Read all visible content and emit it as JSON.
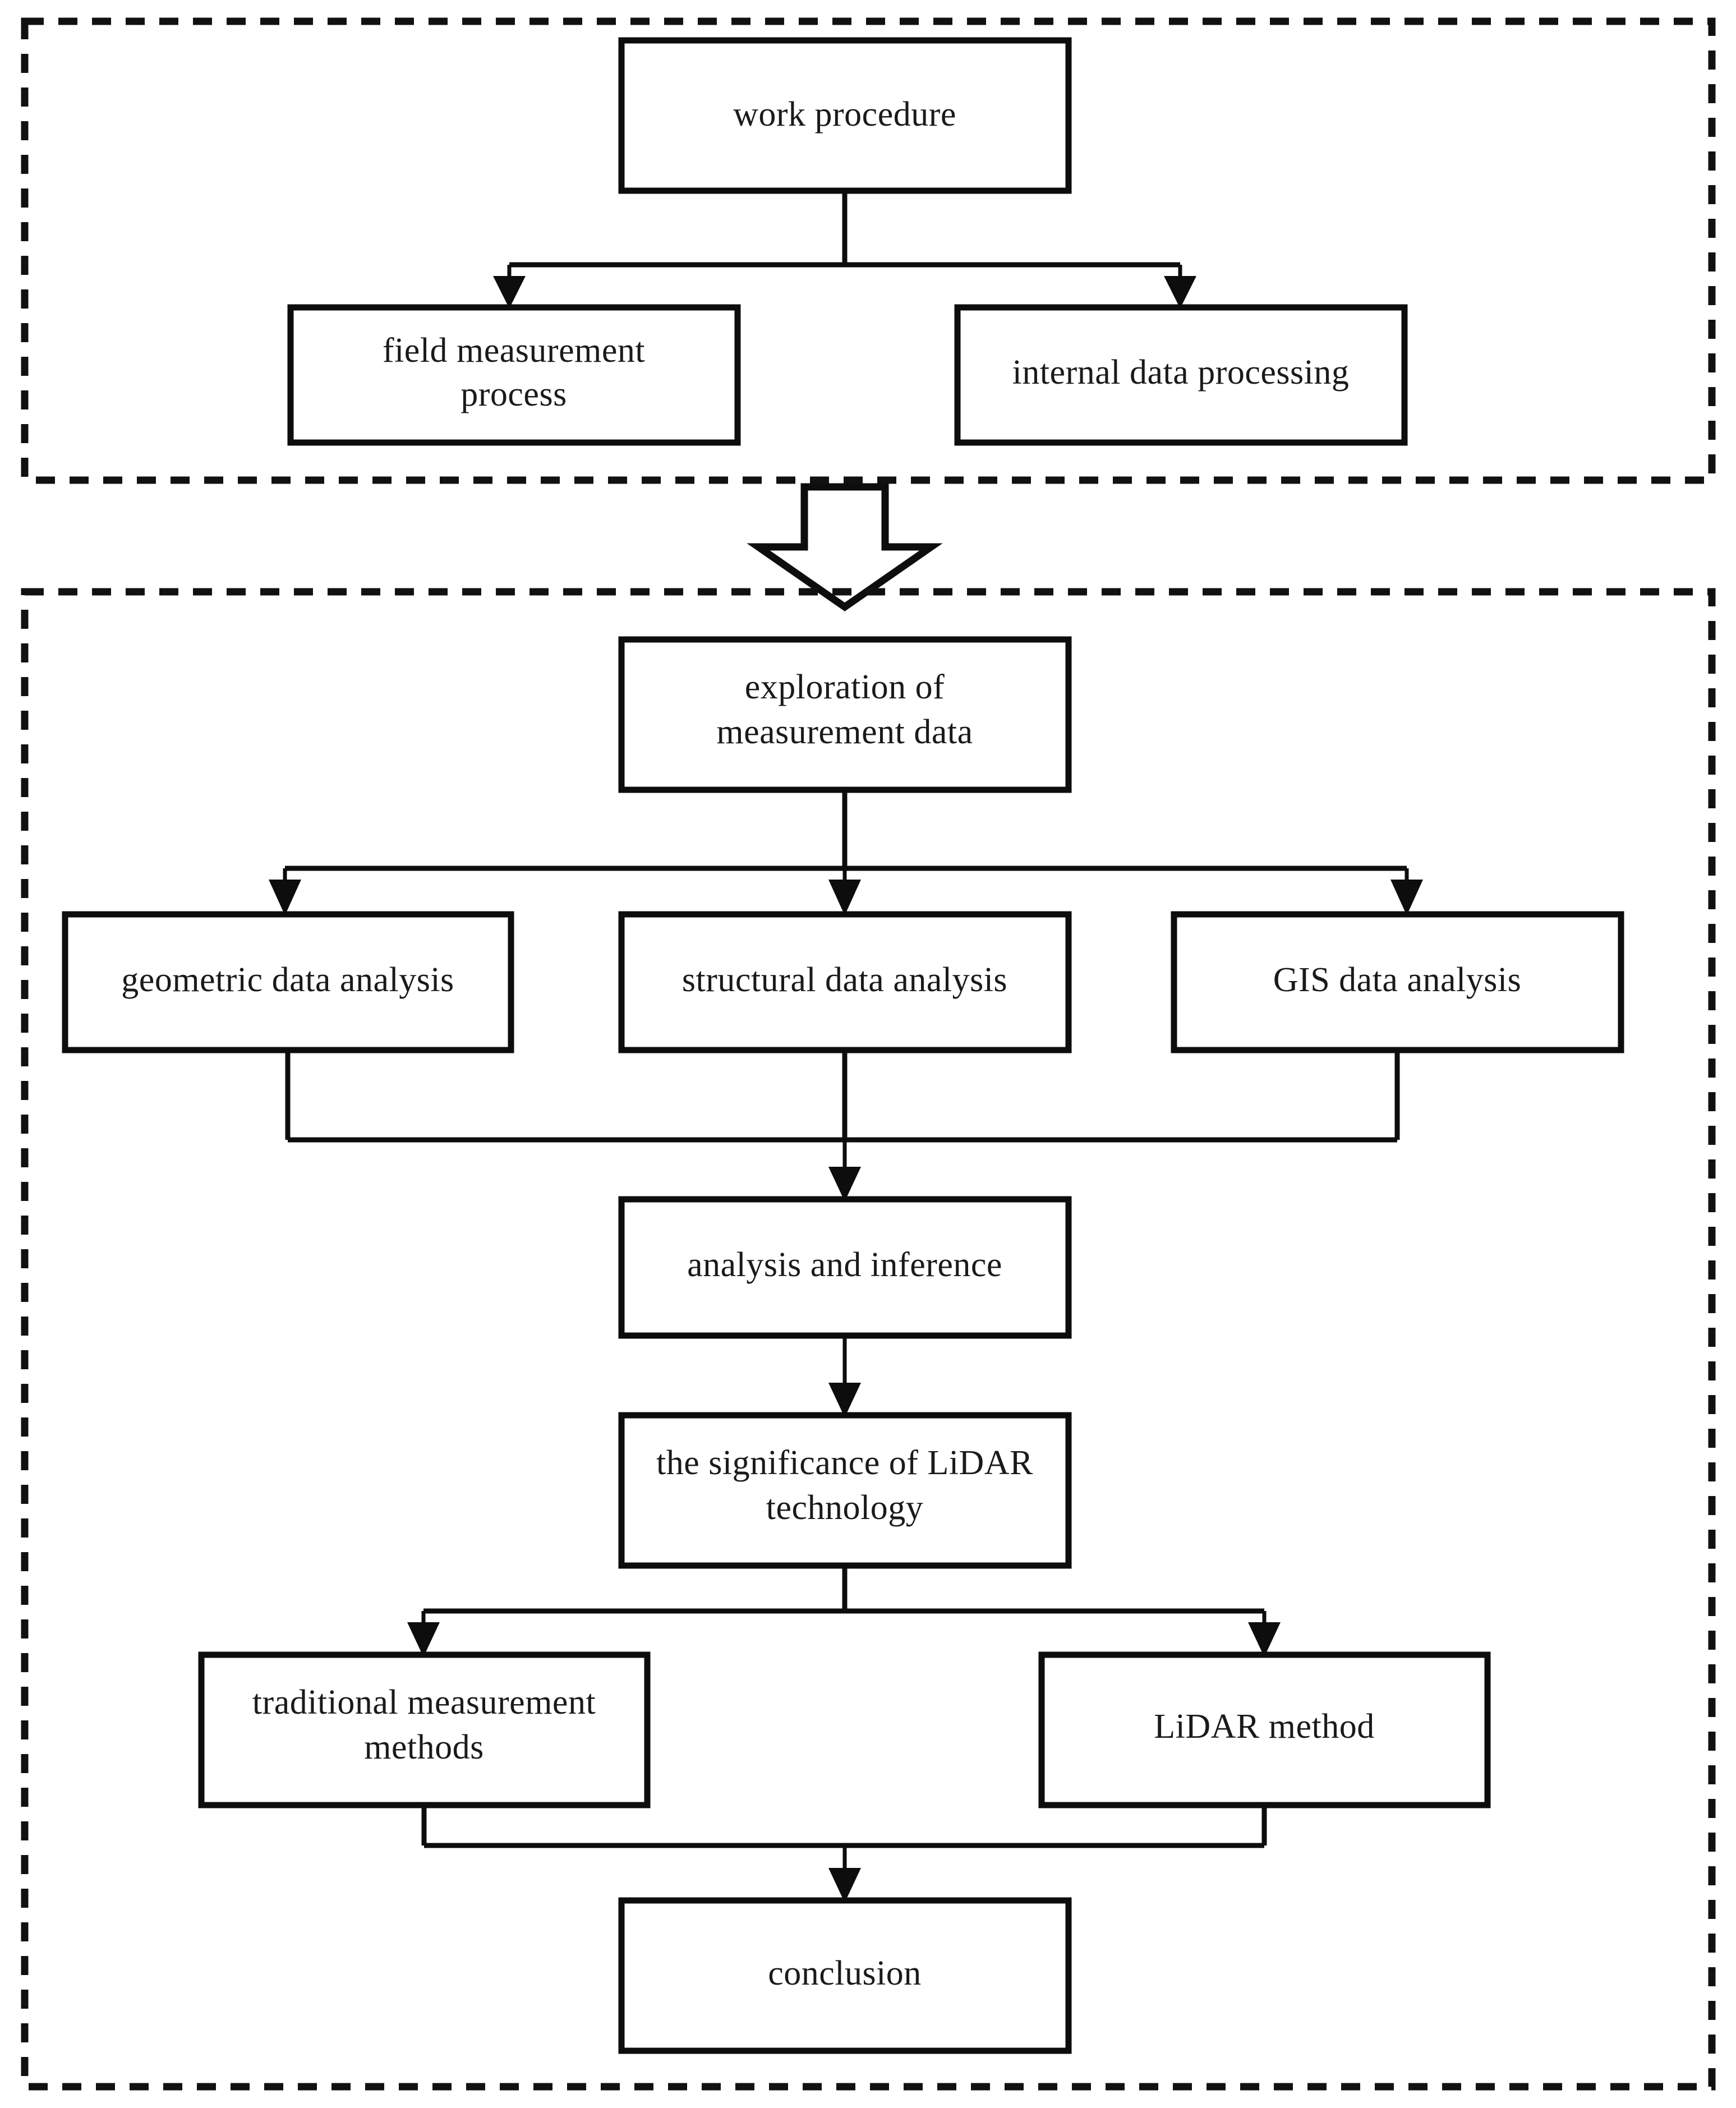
{
  "diagram": {
    "title": "work procedure flowchart",
    "background_color": "#ffffff",
    "line_color": "#0d0d0d",
    "box_fill_color": "#ffffff",
    "text_color": "#1a1a1a"
  },
  "groups": [
    {
      "id": "upper-group",
      "label": ""
    },
    {
      "id": "lower-group",
      "label": ""
    }
  ],
  "nodes": {
    "work_procedure": "work procedure",
    "field_measurement_line1": "field measurement",
    "field_measurement_line2": "process",
    "internal_data_processing": "internal data processing",
    "exploration_line1": "exploration of",
    "exploration_line2": "measurement data",
    "geometric_data_analysis": "geometric data analysis",
    "structural_data_analysis": "structural data analysis",
    "gis_data_analysis": "GIS data analysis",
    "analysis_and_inference": "analysis and inference",
    "significance_line1": "the significance of LiDAR",
    "significance_line2": "technology",
    "traditional_line1": "traditional measurement",
    "traditional_line2": "methods",
    "lidar_method": "LiDAR method",
    "conclusion": "conclusion"
  },
  "connectors": {
    "block_arrow_between_groups": "down-block-arrow",
    "split_work_procedure": "tee-split-2",
    "split_exploration": "tee-split-3",
    "merge_to_analysis": "tee-merge-3",
    "analysis_to_significance": "straight-arrow",
    "split_significance": "tee-split-2",
    "merge_to_conclusion": "tee-merge-2"
  }
}
